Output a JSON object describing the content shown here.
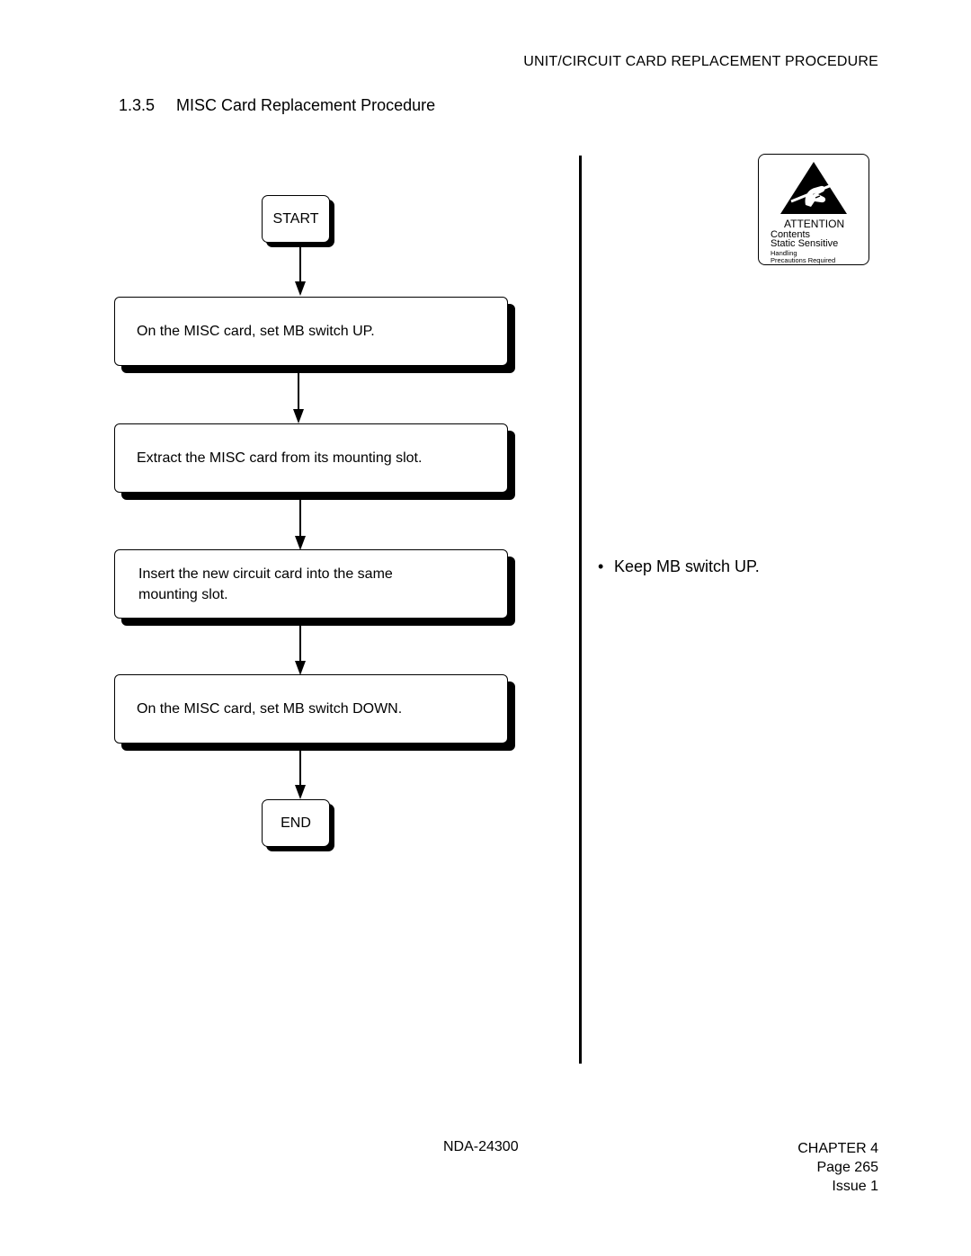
{
  "header": {
    "running_title": "UNIT/CIRCUIT CARD REPLACEMENT PROCEDURE"
  },
  "section": {
    "number": "1.3.5",
    "title": "MISC Card Replacement Procedure"
  },
  "flowchart": {
    "start_label": "START",
    "end_label": "END",
    "steps": [
      "On the MISC card, set MB switch UP.",
      "Extract the MISC card from its mounting slot.",
      "Insert the new circuit card into the same mounting slot.",
      "On the MISC card, set MB switch DOWN."
    ]
  },
  "attention_label": {
    "title": "ATTENTION",
    "line1": "Contents",
    "line2": "Static Sensitive",
    "line3": "Handling",
    "line4": "Precautions Required",
    "icon": "esd-warning-icon"
  },
  "notes": [
    "Keep MB switch UP."
  ],
  "footer": {
    "document_number": "NDA-24300",
    "chapter": "CHAPTER 4",
    "page": "Page 265",
    "issue": "Issue 1"
  }
}
